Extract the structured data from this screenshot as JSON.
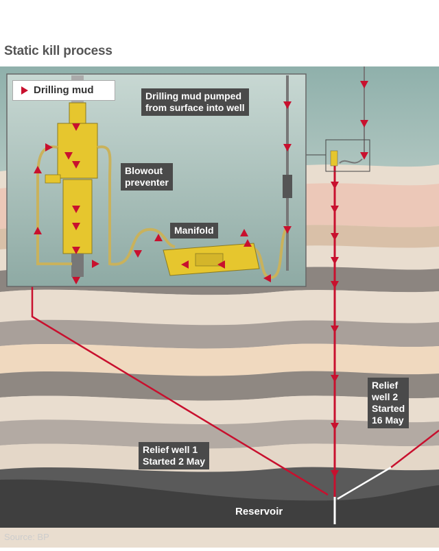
{
  "title": "Static kill process",
  "legend": {
    "label": "Drilling mud",
    "color": "#c8102e"
  },
  "labels": {
    "pumped": "Drilling mud pumped\nfrom surface into well",
    "blowout": "Blowout\npreventer",
    "manifold": "Manifold",
    "relief1": "Relief well 1\nStarted 2 May",
    "relief2": "Relief\nwell 2\nStarted\n16 May",
    "reservoir": "Reservoir"
  },
  "source": "Source:  BP",
  "colors": {
    "mud": "#c8102e",
    "water": "#a9c2bd",
    "reservoir": "#5a5a5a",
    "equipment": "#e6c62e"
  }
}
